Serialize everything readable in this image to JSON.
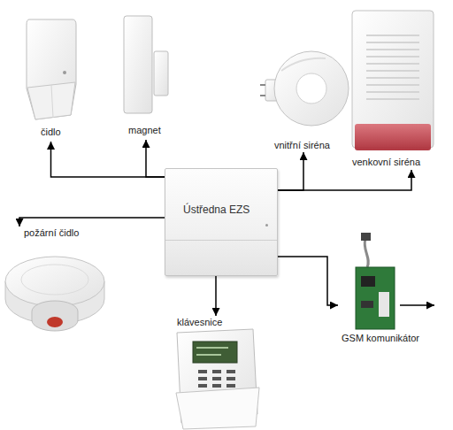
{
  "diagram": {
    "nodes": [
      {
        "text": [
          "čidlo"
        ]
      },
      {
        "text": [
          "magnet"
        ]
      },
      {
        "text": [
          "vnitřní siréna"
        ]
      },
      {
        "text": [
          "venkovní siréna"
        ]
      },
      {
        "text": [
          "Ústředna EZS"
        ]
      },
      {
        "text": [
          "požární čidlo"
        ]
      },
      {
        "text": [
          "klávesnice"
        ]
      },
      {
        "text": [
          "GSM komunikátor"
        ]
      }
    ],
    "edges": [
      {
        "from": 4,
        "to": 0,
        "arrow": "to"
      },
      {
        "from": 4,
        "to": 1,
        "arrow": "to"
      },
      {
        "from": 4,
        "to": 2,
        "arrow": "to"
      },
      {
        "from": 4,
        "to": 3,
        "arrow": "to"
      },
      {
        "from": 4,
        "to": 5,
        "arrow": "to"
      },
      {
        "from": 4,
        "to": 6,
        "arrow": "to"
      },
      {
        "from": 4,
        "to": 7,
        "arrow": "to"
      }
    ]
  }
}
